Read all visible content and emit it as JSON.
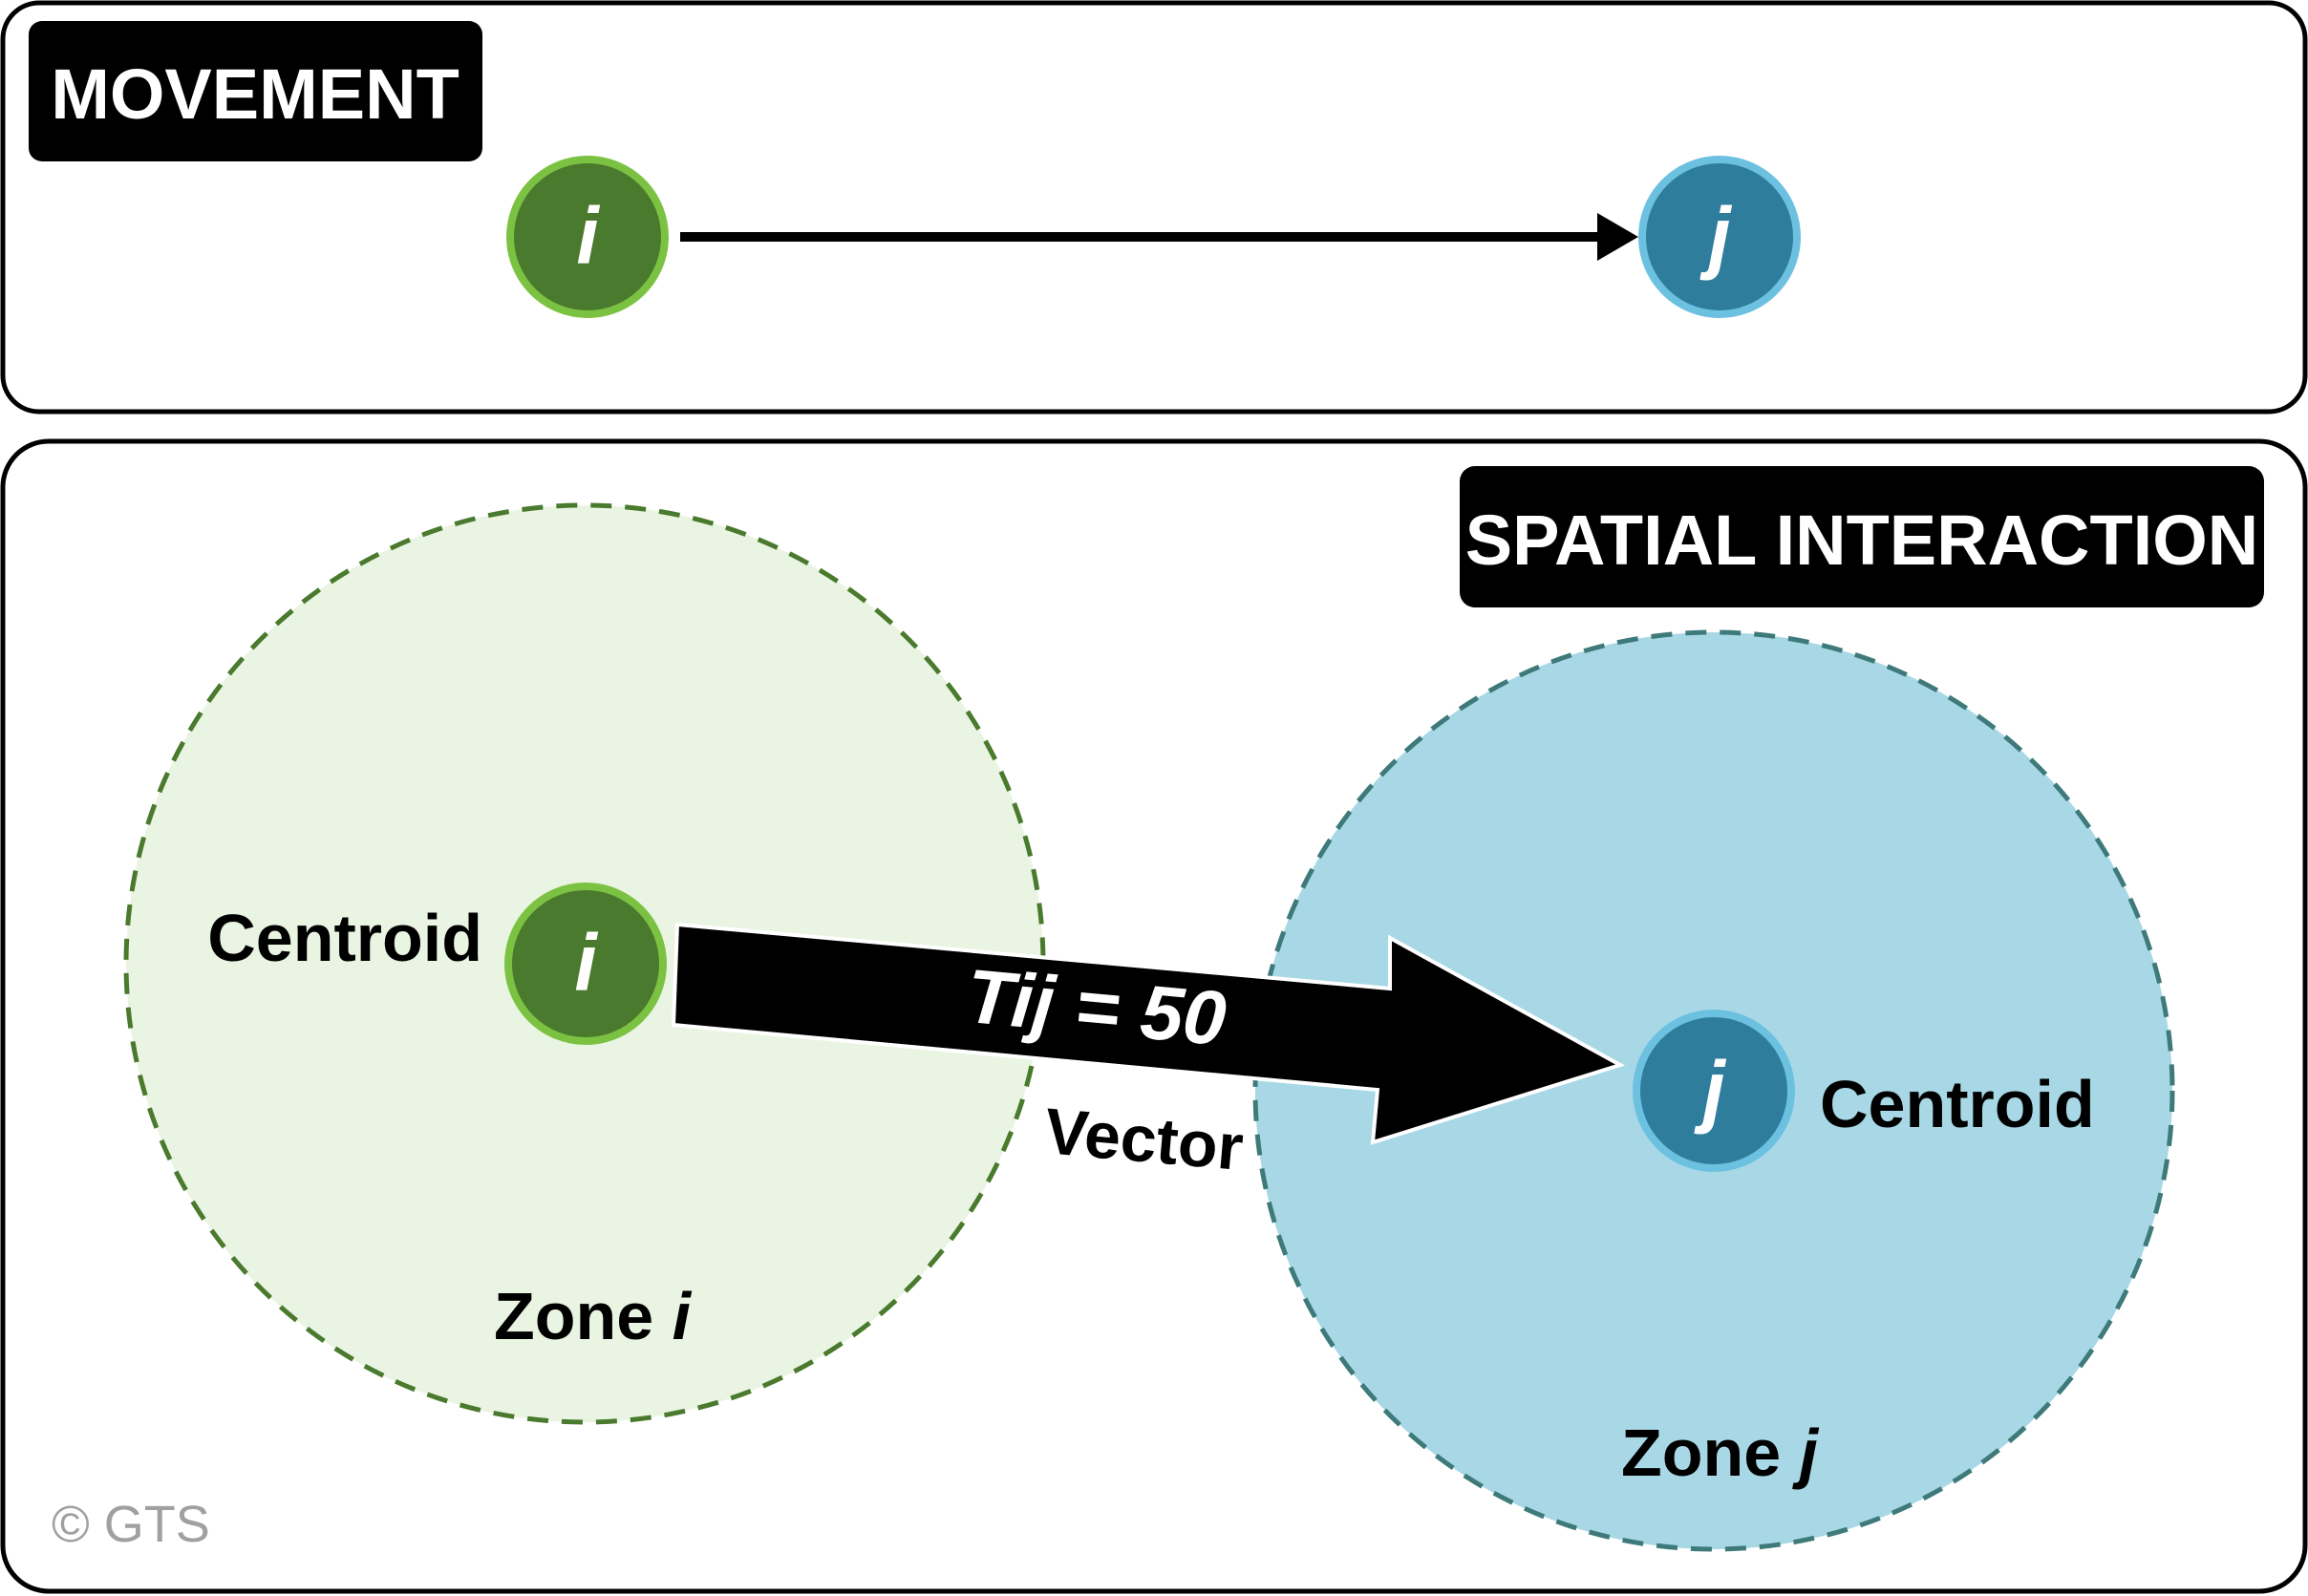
{
  "movement": {
    "title": "MOVEMENT",
    "origin_label": "i",
    "destination_label": "j"
  },
  "spatial_interaction": {
    "title": "SPATIAL INTERACTION",
    "zone_i": {
      "centroid_label": "i",
      "centroid_caption": "Centroid",
      "zone_prefix": "Zone",
      "zone_suffix": "i"
    },
    "zone_j": {
      "centroid_label": "j",
      "centroid_caption": "Centroid",
      "zone_prefix": "Zone",
      "zone_suffix": "j"
    },
    "flow_value": "Tij = 50",
    "vector_label": "Vector"
  },
  "copyright": "© GTS",
  "colors": {
    "origin_node_fill": "#4a7a2e",
    "origin_node_stroke": "#7cc242",
    "destination_node_fill": "#2e7d9c",
    "destination_node_stroke": "#6cc0e0",
    "zone_i_fill": "#eaf4e2",
    "zone_i_stroke": "#4a7a2e",
    "zone_j_fill": "#a8d8e6",
    "zone_j_stroke": "#3e7a7a",
    "label_box": "#000000"
  }
}
